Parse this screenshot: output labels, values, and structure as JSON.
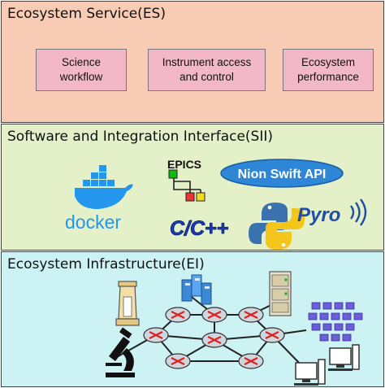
{
  "layers": {
    "es": {
      "title": "Ecosystem Service(ES)",
      "services": [
        "Science\nworkflow",
        "Instrument access\nand control",
        "Ecosystem\nperformance"
      ]
    },
    "sii": {
      "title": "Software and Integration Interface(SII)",
      "logos": {
        "docker": "docker",
        "epics": "EPICS",
        "nion": "Nion Swift API",
        "cpp": "C/C++",
        "pyro": "Pyro"
      }
    },
    "ei": {
      "title": "Ecosystem Infrastructure(EI)"
    }
  },
  "colors": {
    "es_bg": "#f8cbb4",
    "sii_bg": "#e4f0c8",
    "ei_bg": "#cdf2f4",
    "service_box": "#f2b8c8",
    "docker_blue": "#2496ed",
    "nion_blue": "#2e86d6",
    "router_red": "#d22"
  }
}
